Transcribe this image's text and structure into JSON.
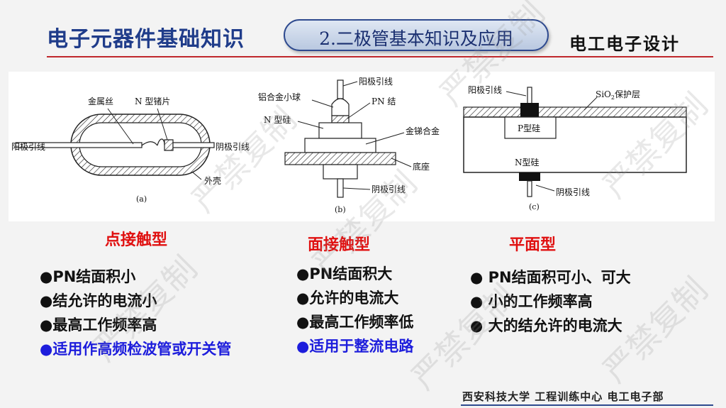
{
  "header": {
    "title": "电子元器件基础知识",
    "section": "2.二极管基本知识及应用",
    "brand": "电工电子设计"
  },
  "figure": {
    "a": {
      "jin_shu_si": "金属丝",
      "ge_pian": "N 型锗片",
      "yang_ji": "阳极引线",
      "yin_ji": "阴极引线",
      "wai_ke": "外壳",
      "caption": "(a)"
    },
    "b": {
      "yang_ji": "阳极引线",
      "lv_qiu": "铝合金小球",
      "pn": "PN 结",
      "n_gui": "N 型硅",
      "jin_ti": "金锑合金",
      "di_zuo": "底座",
      "yin_ji": "阴极引线",
      "caption": "(b)"
    },
    "c": {
      "yang_ji": "阳极引线",
      "sio2_prefix": "SiO",
      "sio2_sub": "2",
      "sio2_suffix": "保护层",
      "p_gui": "P型硅",
      "n_gui": "N型硅",
      "yin_ji": "阴极引线",
      "caption": "(c)"
    }
  },
  "columns": [
    {
      "title": "点接触型",
      "items": [
        {
          "text": "●PN结面积小",
          "highlight": false
        },
        {
          "text": "●结允许的电流小",
          "highlight": false
        },
        {
          "text": "●最高工作频率高",
          "highlight": false
        },
        {
          "text": "●适用作高频检波管或开关管",
          "highlight": true
        }
      ]
    },
    {
      "title": "面接触型",
      "items": [
        {
          "text": "●PN结面积大",
          "highlight": false
        },
        {
          "text": "●允许的电流大",
          "highlight": false
        },
        {
          "text": "●最高工作频率低",
          "highlight": false
        },
        {
          "text": "●适用于整流电路",
          "highlight": true
        }
      ]
    },
    {
      "title": "平面型",
      "items": [
        {
          "text": "● PN结面积可小、可大",
          "highlight": false
        },
        {
          "text": "● 小的工作频率高",
          "highlight": false
        },
        {
          "text": "● 大的结允许的电流大",
          "highlight": false
        }
      ]
    }
  ],
  "footer": "西安科技大学 工程训练中心 电工电子部",
  "watermark": "严禁复制",
  "colors": {
    "title_blue": "#1f3c8a",
    "accent_red": "#e01010",
    "highlight_blue": "#1d1ddc",
    "rule_red": "#c0282c"
  }
}
